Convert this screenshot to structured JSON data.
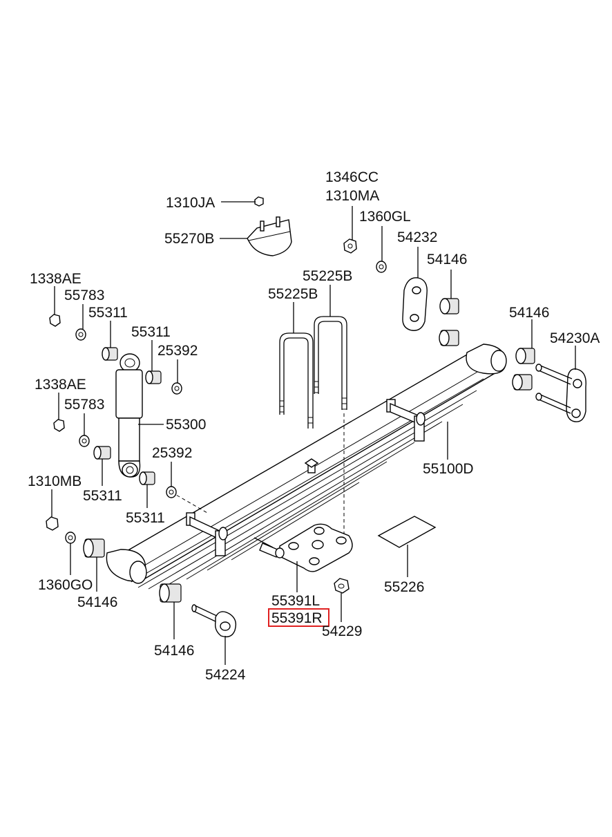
{
  "diagram": {
    "highlight_color": "#e02020",
    "highlighted_part": "55391R",
    "labels": {
      "p1310JA": "1310JA",
      "p55270B": "55270B",
      "p1346CC": "1346CC",
      "p1310MA": "1310MA",
      "p1360GL": "1360GL",
      "p54232": "54232",
      "p54146_a": "54146",
      "p55225B_a": "55225B",
      "p55225B_b": "55225B",
      "p1338AE_a": "1338AE",
      "p55783_a": "55783",
      "p55311_a": "55311",
      "p55311_b": "55311",
      "p25392_a": "25392",
      "p54146_b": "54146",
      "p54230A": "54230A",
      "p1338AE_b": "1338AE",
      "p55783_b": "55783",
      "p55300": "55300",
      "p25392_b": "25392",
      "p55100D": "55100D",
      "p1310MB": "1310MB",
      "p55311_c": "55311",
      "p55311_d": "55311",
      "p1360GO": "1360GO",
      "p54146_c": "54146",
      "p55391L": "55391L",
      "p55391R": "55391R",
      "p55226": "55226",
      "p54229": "54229",
      "p54146_d": "54146",
      "p54224": "54224"
    }
  }
}
